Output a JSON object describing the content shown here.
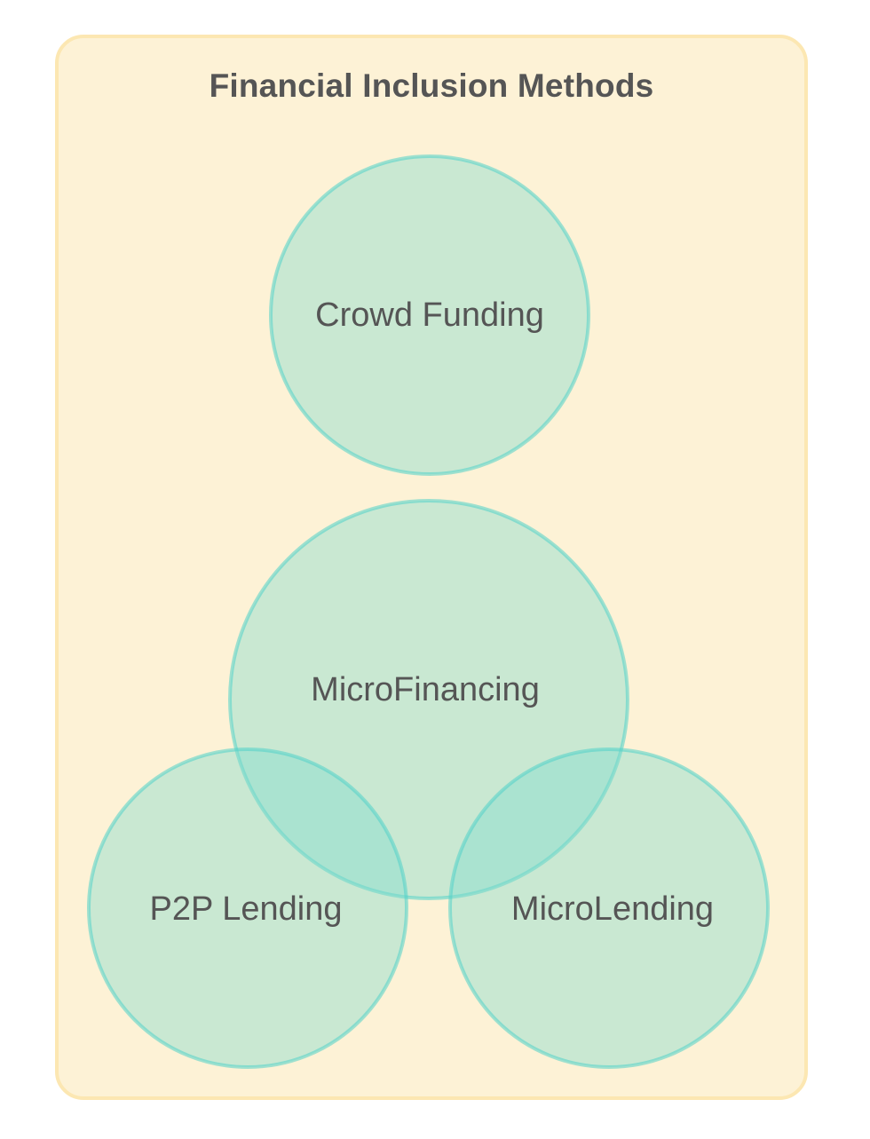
{
  "diagram": {
    "title": "Financial Inclusion Methods",
    "sets": [
      {
        "id": "crowd",
        "label": "Crowd Funding"
      },
      {
        "id": "micro",
        "label": "MicroFinancing"
      },
      {
        "id": "p2p",
        "label": "P2P Lending"
      },
      {
        "id": "lending",
        "label": "MicroLending"
      }
    ],
    "colors": {
      "panel_fill": "#fdf2d6",
      "panel_border": "#fce7b2",
      "circle_fill": "#bde8d9",
      "circle_stroke": "#7fdcd2",
      "text": "#555555"
    }
  }
}
